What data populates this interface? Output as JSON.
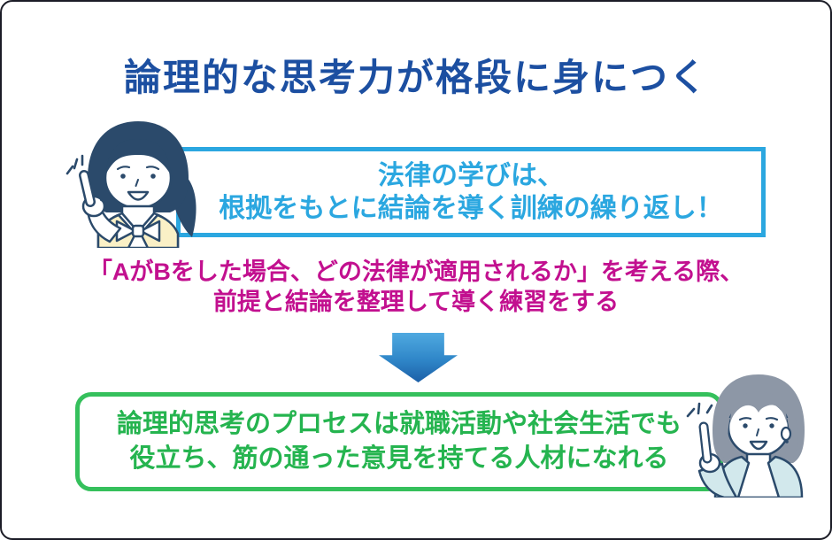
{
  "frame": {
    "border_color": "#1b1c26",
    "background": "#ffffff"
  },
  "title": {
    "text": "論理的な思考力が格段に身につく",
    "color": "#1c4fa1"
  },
  "premise_box": {
    "line1": "法律の学びは、",
    "line2": "根拠をもとに結論を導く訓練の繰り返し！",
    "accent_color": "#2ba7e0"
  },
  "example_note": {
    "line1": "「AがBをした場合、どの法律が適用されるか」を考える際、",
    "line2": "前提と結論を整理して導く練習をする",
    "color": "#c2108f"
  },
  "arrow": {
    "direction": "down",
    "color_top": "#4fa9e0",
    "color_bottom": "#1c5fa7"
  },
  "conclusion_box": {
    "line1": "論理的思考のプロセスは就職活動や社会生活でも",
    "line2": "役立ち、筋の通った意見を持てる人材になれる",
    "border_color": "#35c05c",
    "text_color": "#25b44f"
  },
  "illustrations": {
    "left_woman": "pointing-woman-ponytail-yellow-vest-icon",
    "right_woman": "pointing-woman-gray-bob-teal-jacket-icon"
  }
}
